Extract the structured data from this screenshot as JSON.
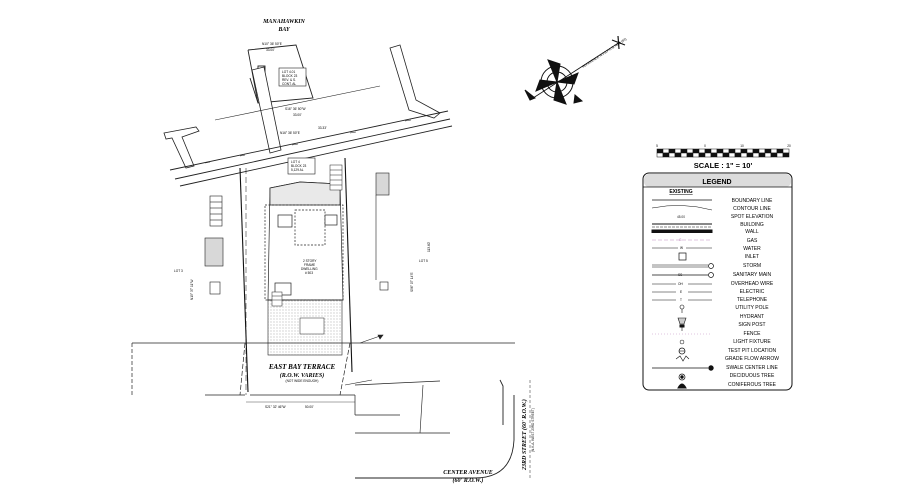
{
  "water_body": {
    "line1": "MANAHAWKIN",
    "line2": "BAY"
  },
  "roads": {
    "east_bay": {
      "name": "EAST BAY TERRACE",
      "row": "(R.O.W. VARIES)",
      "note": "(NOT WIDE ENOUGH)"
    },
    "center": {
      "name": "CENTER AVENUE",
      "row": "(60' R.O.W.)"
    },
    "street_23": {
      "name": "23RD STREET (60' R.O.W.)",
      "note": "(N.K.A. WEST 23RD STREET)"
    }
  },
  "bearings": {
    "top": "N10° 36' 50\"E",
    "top_dist": "33.00'",
    "mid": "S16° 36' 50\"W",
    "mid_dist": "33.00'",
    "lower": "N16° 36' 50\"E",
    "lower_dist": "33.33'",
    "left_side": "N15° 37' 11\"W",
    "right_side": "S56° 07' 14\"E",
    "right_side_dist": "113.60'",
    "bottom": "S21° 32' 46\"W",
    "bottom_dist": "50.00'"
  },
  "lots": {
    "upper": [
      "LOT 4.01",
      "BLOCK 23",
      "REV. & S.",
      "CONT. AL"
    ],
    "middle": [
      "LOT 4",
      "BLOCK 23",
      "5,129 AL"
    ],
    "left": "LOT 3",
    "right": "LOT 5",
    "house": [
      "2 STORY",
      "FRAME",
      "DWELLING",
      "# 503"
    ]
  },
  "scale": {
    "ticks": [
      "5",
      "0",
      "10",
      "20"
    ],
    "label": "SCALE : 1\" = 10'"
  },
  "north_arrow": {
    "label": "REFERENCE N.J.S.P.C.S. NAD (83)"
  },
  "legend": {
    "title": "LEGEND",
    "subtitle": "EXISTING",
    "spot_value": "45.00",
    "items": [
      "BOUNDARY LINE",
      "CONTOUR LINE",
      "SPOT ELEVATION",
      "BUILDING",
      "WALL",
      "GAS",
      "WATER",
      "INLET",
      "STORM",
      "SANITARY MAIN",
      "OVERHEAD WIRE",
      "ELECTRIC",
      "TELEPHONE",
      "UTILITY POLE",
      "HYDRANT",
      "SIGN POST",
      "FENCE",
      "LIGHT FIXTURE",
      "TEST PIT LOCATION",
      "GRADE FLOW ARROW",
      "SWALE CENTER LINE",
      "DECIDUOUS TREE",
      "CONIFEROUS TREE"
    ],
    "symbol_letters": {
      "gas": "G",
      "water": "W",
      "sanitary": "SS",
      "overhead": "OH",
      "electric": "E",
      "telephone": "T"
    }
  }
}
